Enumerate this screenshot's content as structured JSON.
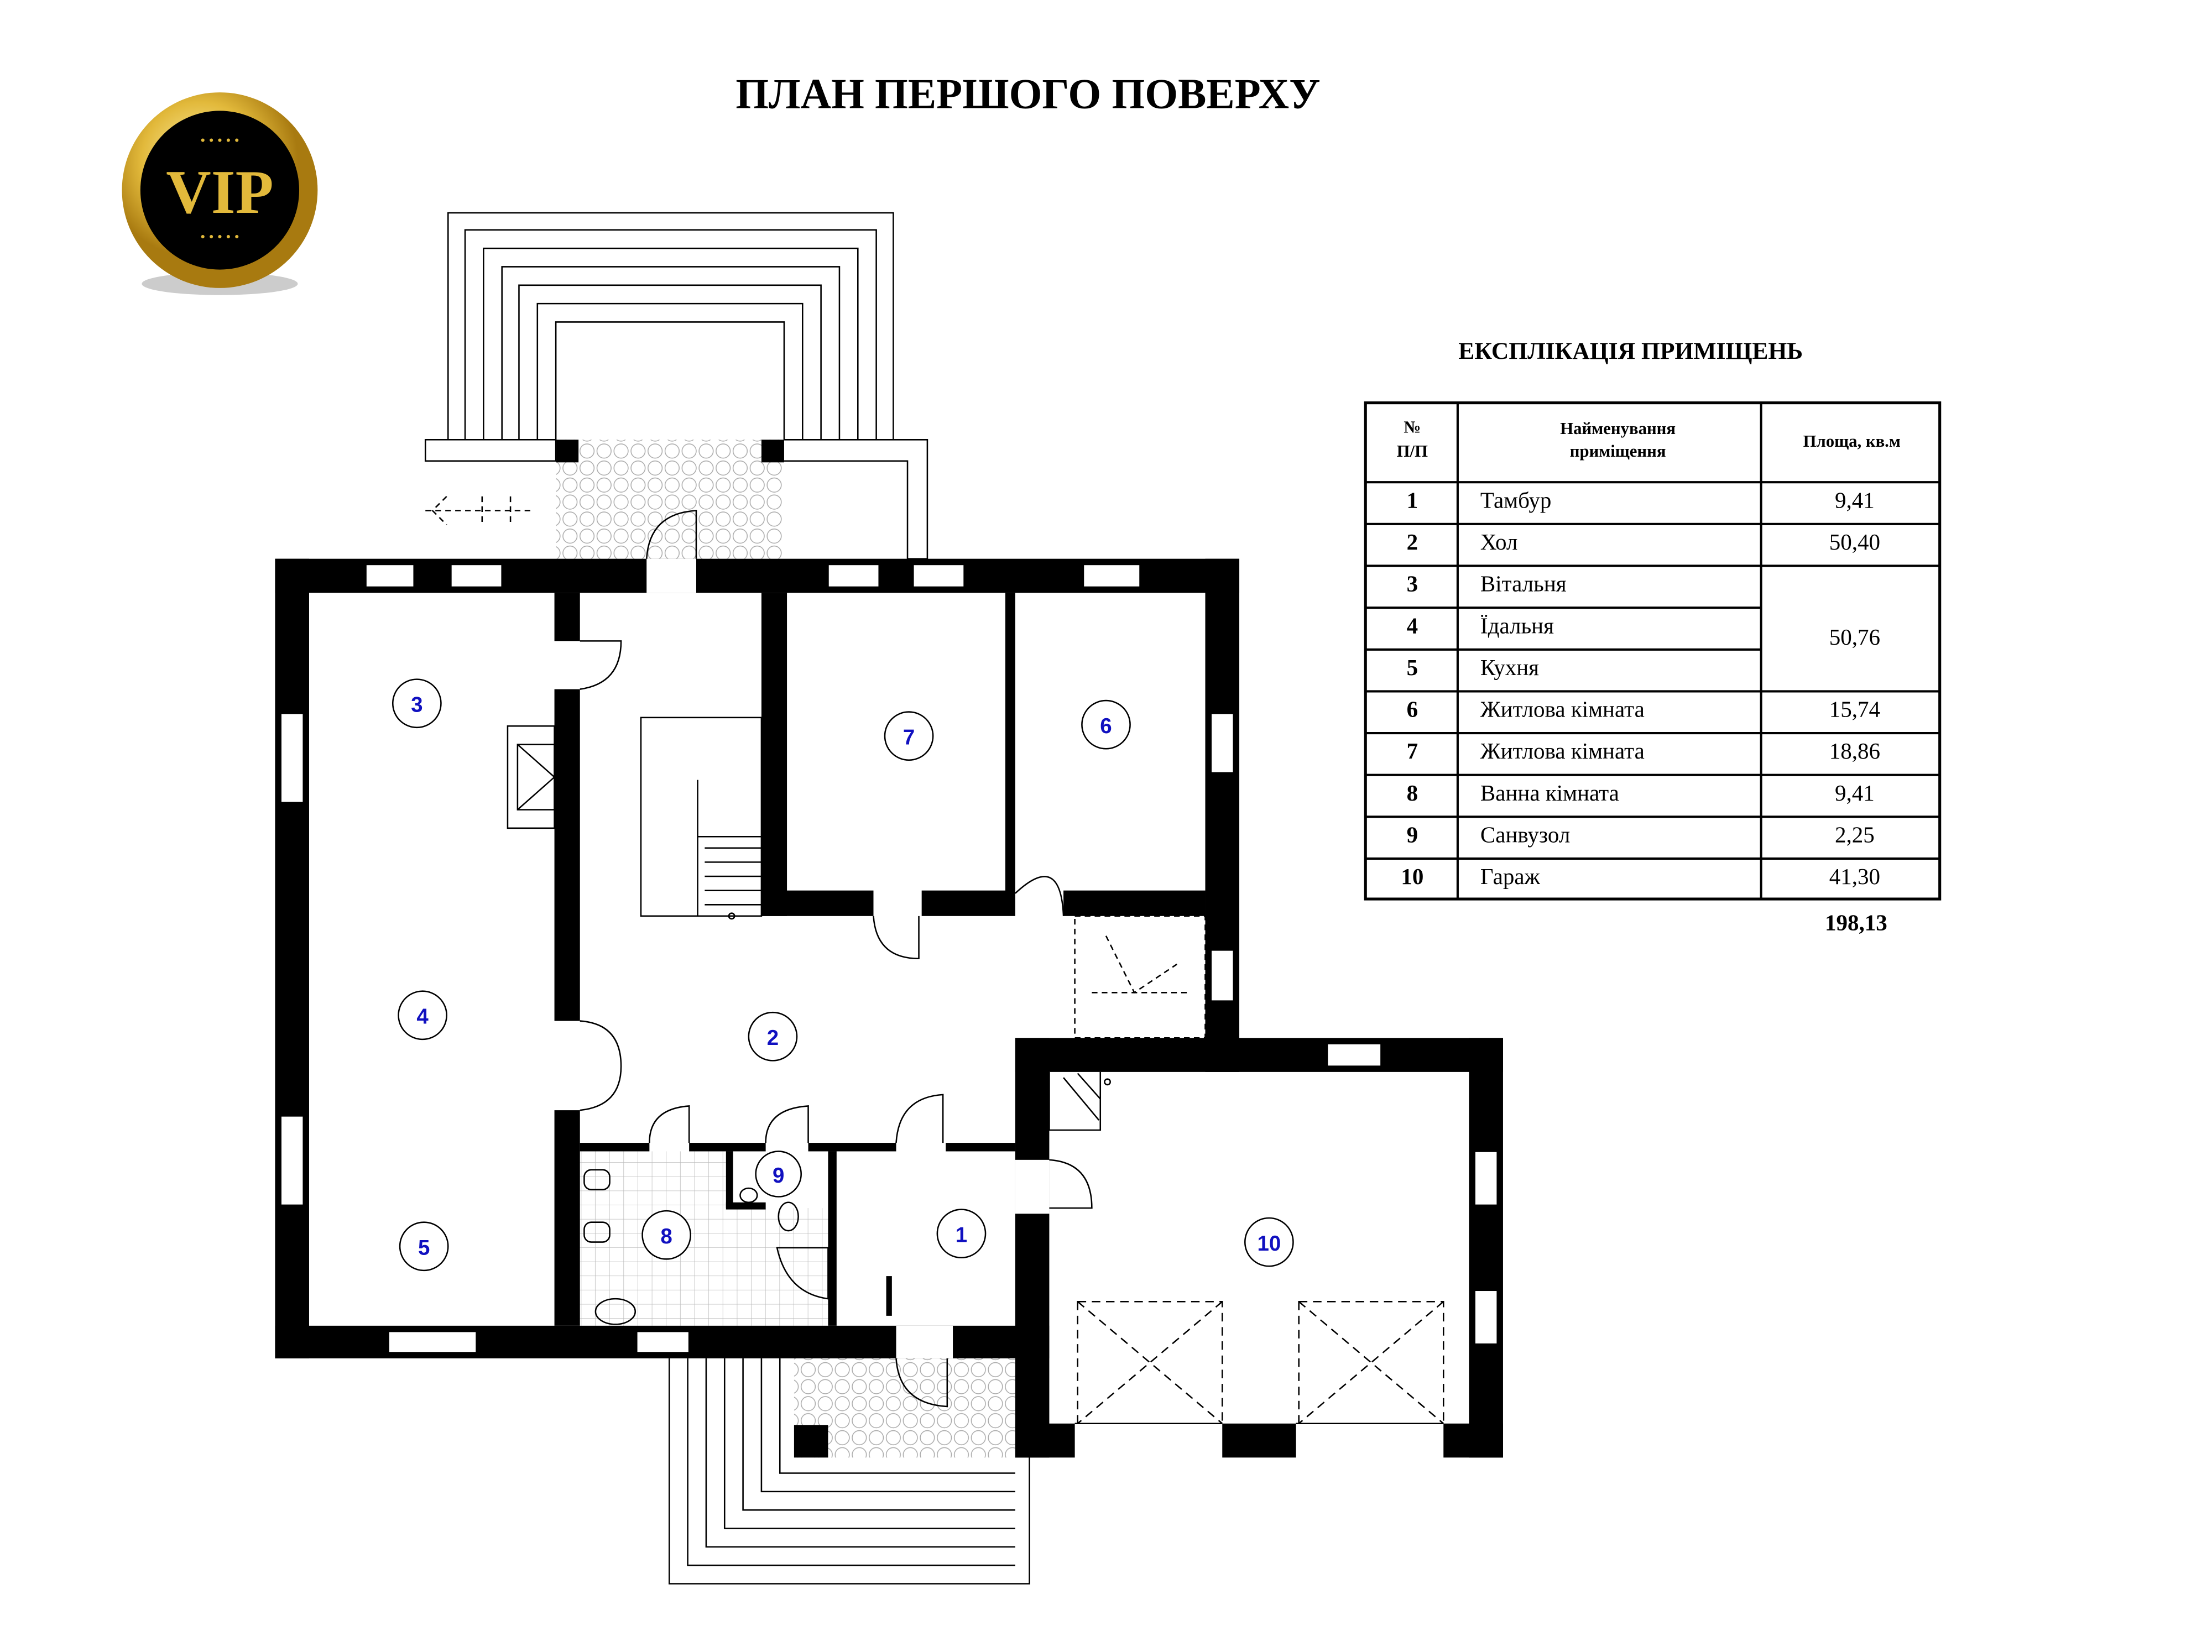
{
  "title": "ПЛАН ПЕРШОГО ПОВЕРХУ",
  "logo_text": "VIP",
  "colors": {
    "room_number": "#1010c0",
    "logo_gold": "#e2b93b",
    "wall": "#000000"
  },
  "explication": {
    "heading": "ЕКСПЛІКАЦІЯ  ПРИМІЩЕНЬ",
    "headers": {
      "no_line1": "№",
      "no_line2": "П/П",
      "name_line1": "Найменування",
      "name_line2": "приміщення",
      "area": "Площа, кв.м"
    },
    "rows": [
      {
        "no": "1",
        "name": "Тамбур",
        "area": "9,41"
      },
      {
        "no": "2",
        "name": "Хол",
        "area": "50,40"
      },
      {
        "no": "3",
        "name": "Вітальня",
        "area": ""
      },
      {
        "no": "4",
        "name": "Їдальня",
        "area": "50,76"
      },
      {
        "no": "5",
        "name": "Кухня",
        "area": ""
      },
      {
        "no": "6",
        "name": "Житлова кімната",
        "area": "15,74"
      },
      {
        "no": "7",
        "name": "Житлова кімната",
        "area": "18,86"
      },
      {
        "no": "8",
        "name": "Ванна кімната",
        "area": "9,41"
      },
      {
        "no": "9",
        "name": "Санвузол",
        "area": "2,25"
      },
      {
        "no": "10",
        "name": "Гараж",
        "area": "41,30"
      }
    ],
    "total": "198,13"
  },
  "room_labels": [
    "1",
    "2",
    "3",
    "4",
    "5",
    "6",
    "7",
    "8",
    "9",
    "10"
  ]
}
